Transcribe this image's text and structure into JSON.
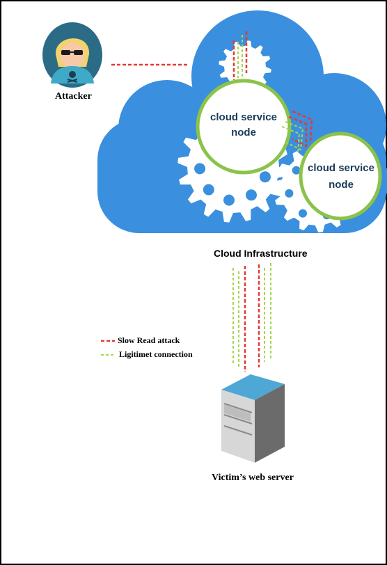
{
  "labels": {
    "attacker": "Attacker",
    "node_1": "cloud service node",
    "node_2": "cloud service node",
    "cloud": "Cloud Infrastructure",
    "server": "Victim’s web server"
  },
  "legend": {
    "attack": "Slow Read attack",
    "legit": "Ligitimet connection"
  },
  "colors": {
    "cloud": "#3a8fde",
    "node_ring": "#8bc34a",
    "attack_line": "#e53935",
    "legit_line": "#a5d64a",
    "gear": "#ffffff",
    "avatar_bg": "#2c6b85",
    "text_dark": "#1a3a5a"
  }
}
